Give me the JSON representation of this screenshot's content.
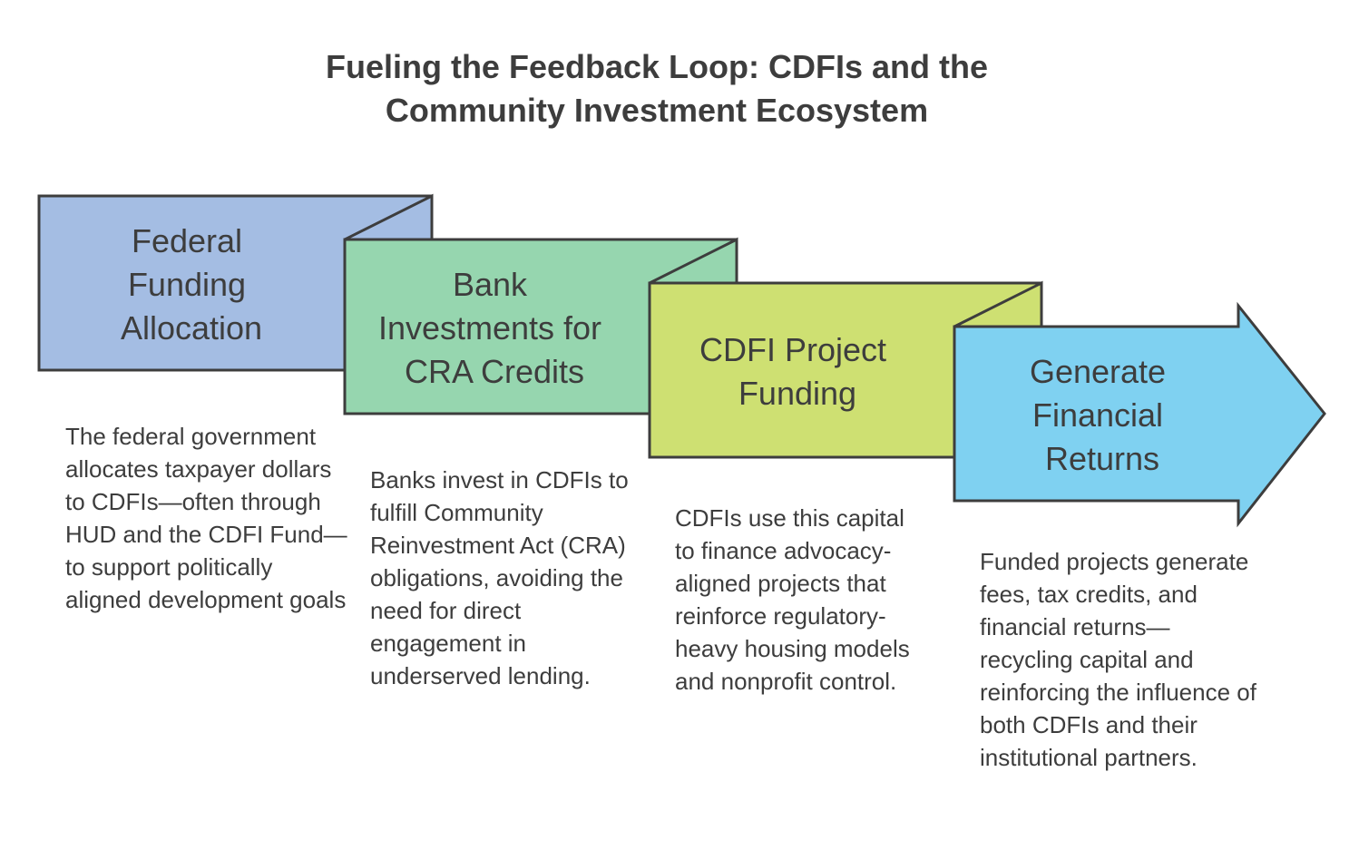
{
  "title": {
    "line1": "Fueling the Feedback Loop: CDFIs and the",
    "line2": "Community Investment Ecosystem"
  },
  "colors": {
    "step1": "#a4bde3",
    "step2": "#96d6af",
    "step3": "#cee072",
    "step4": "#7fd1f1",
    "outline": "#3d3d3d"
  },
  "steps": [
    {
      "label_lines": [
        "Federal",
        "Funding",
        "Allocation"
      ],
      "description": "The federal government allocates taxpayer dollars to CDFIs—often through HUD and the CDFI Fund—to support politically aligned development goals"
    },
    {
      "label_lines": [
        "Bank",
        "Investments for",
        "CRA Credits"
      ],
      "description": "Banks invest in CDFIs to fulfill Community Reinvestment Act (CRA) obligations, avoiding the need for direct engagement in underserved lending."
    },
    {
      "label_lines": [
        "CDFI Project",
        "Funding"
      ],
      "description": "CDFIs use this capital to finance advocacy-aligned projects that reinforce regulatory-heavy housing models and nonprofit control."
    },
    {
      "label_lines": [
        "Generate",
        "Financial",
        "Returns"
      ],
      "description": "Funded projects generate fees, tax credits, and financial returns—recycling capital and reinforcing the influence of both CDFIs and their institutional partners."
    }
  ]
}
